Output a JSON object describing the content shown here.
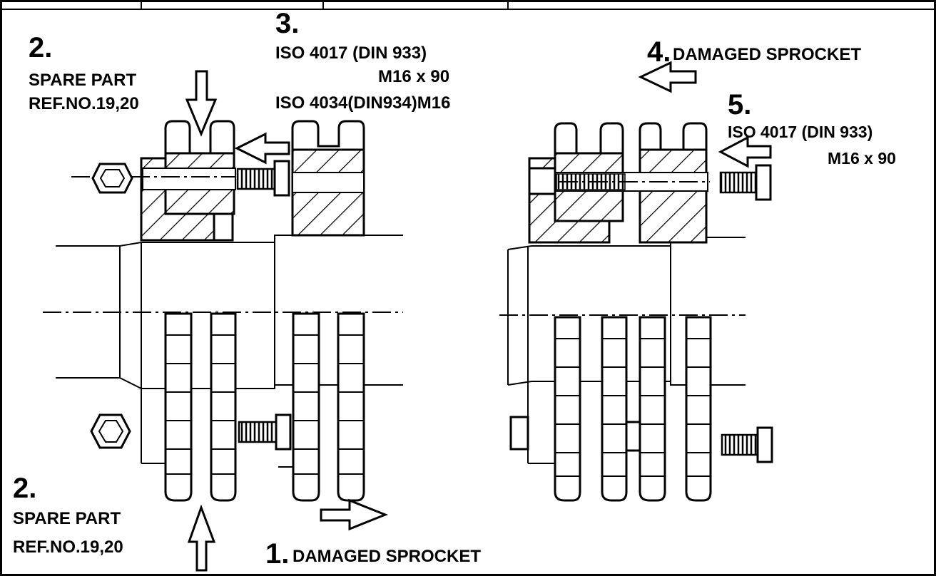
{
  "labels": {
    "left_top_num": "2.",
    "left_top_line1": "SPARE PART",
    "left_top_line2": "REF.NO.19,20",
    "left_bottom_num": "2.",
    "left_bottom_line1": "SPARE PART",
    "left_bottom_line2": "REF.NO.19,20",
    "bolt_num": "3.",
    "bolt_line1": "ISO 4017 (DIN 933)",
    "bolt_line2": "M16 x 90",
    "bolt_line3": "ISO 4034(DIN934)M16",
    "damaged_left_num": "1.",
    "damaged_left_text": "DAMAGED SPROCKET",
    "damaged_right_num": "4.",
    "damaged_right_text": "DAMAGED SPROCKET",
    "right_bolt_num": "5.",
    "right_bolt_line1": "ISO 4017 (DIN 933)",
    "right_bolt_line2": "M16 x 90"
  }
}
